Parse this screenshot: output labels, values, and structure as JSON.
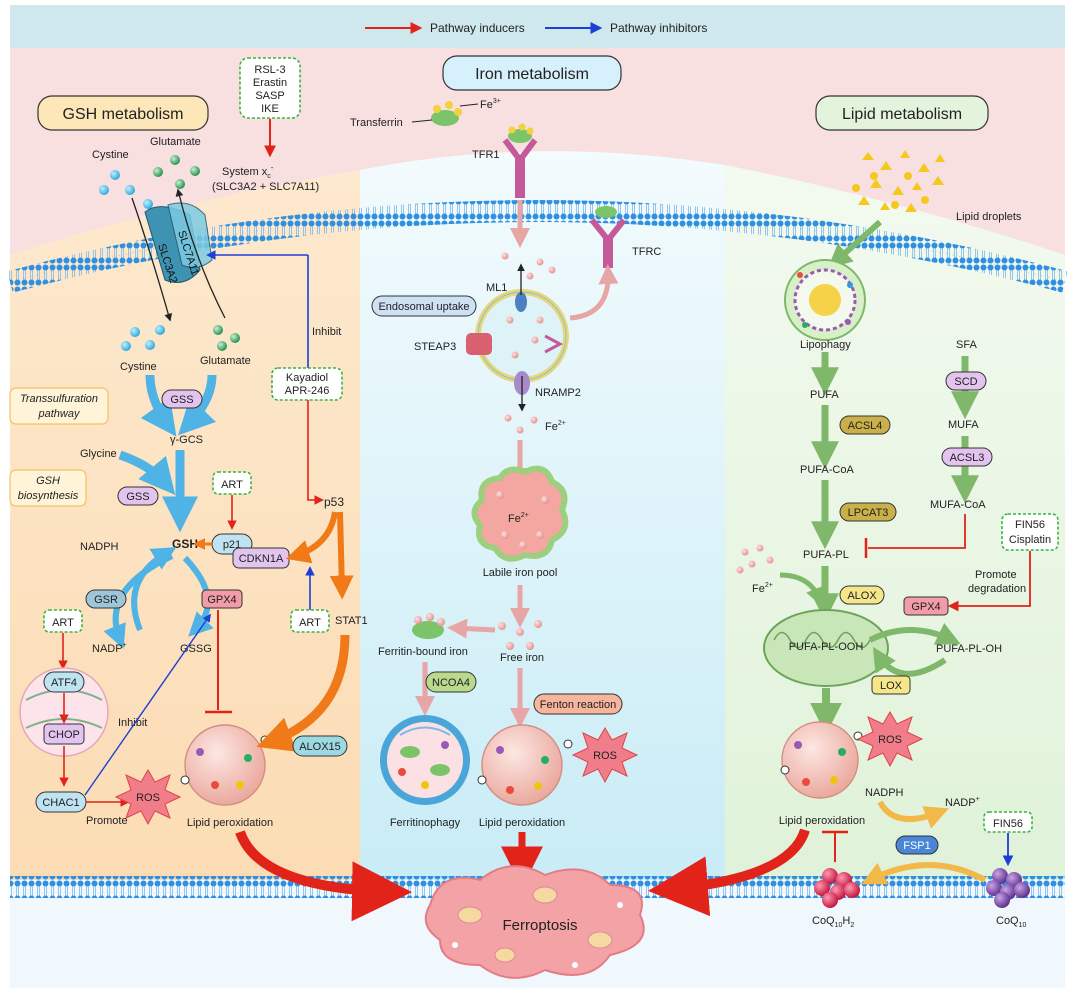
{
  "legend": {
    "inducers": "Pathway inducers",
    "inhibitors": "Pathway inhibitors"
  },
  "titles": {
    "gsh": "GSH  metabolism",
    "iron": "Iron  metabolism",
    "lipid": "Lipid  metabolism"
  },
  "gsh": {
    "inducers_box": [
      "RSL-3",
      "Erastin",
      "SASP",
      "IKE"
    ],
    "system_xc": "System x",
    "system_xc_sub": "c",
    "system_xc_sup": "-",
    "slc_pair": "(SLC3A2 + SLC7A11)",
    "cystine_out": "Cystine",
    "glutamate_out": "Glutamate",
    "slc7a11": "SLC7A11",
    "slc3a2": "SLC3A2",
    "inhibit_label": "Inhibit",
    "kayadiol": [
      "Kayadiol",
      "APR-246"
    ],
    "cystine_in": "Cystine",
    "glutamate_in": "Glutamate",
    "transsulfuration": [
      "Transsulfuration",
      "pathway"
    ],
    "gsh_biosynthesis": [
      "GSH",
      "biosynthesis"
    ],
    "gss1": "GSS",
    "ggcs": "γ-GCS",
    "glycine": "Glycine",
    "gss2": "GSS",
    "art_top": "ART",
    "p53": "p53",
    "gsh": "GSH",
    "p21": "p21",
    "cdkn1a": "CDKN1A",
    "nadph": "NADPH",
    "gsr": "GSR",
    "gpx4": "GPX4",
    "art_mid": "ART",
    "stat1": "STAT1",
    "art_left": "ART",
    "nadp": "NADP",
    "nadp_sup": "+",
    "gssg": "GSSG",
    "atf4": "ATF4",
    "chop": "CHOP",
    "inhibit2": "Inhibit",
    "alox15": "ALOX15",
    "chac1": "CHAC1",
    "ros": "ROS",
    "promote": "Promote",
    "lipid_perox": "Lipid peroxidation"
  },
  "iron": {
    "transferrin": "Transferrin",
    "fe3": "Fe",
    "fe3_sup": "3+",
    "tfr1": "TFR1",
    "tfrc": "TFRC",
    "ml1": "ML1",
    "endosomal": "Endosomal uptake",
    "steap3": "STEAP3",
    "nramp2": "NRAMP2",
    "fe2": "Fe",
    "fe2_sup": "2+",
    "labile_fe": "Fe",
    "labile_fe_sup": "2+",
    "labile_pool": "Labile iron pool",
    "ferritin_bound": "Ferritin-bound iron",
    "free_iron": "Free iron",
    "ncoa4": "NCOA4",
    "fenton": "Fenton reaction",
    "ros": "ROS",
    "ferritinophagy": "Ferritinophagy",
    "lipid_perox": "Lipid peroxidation"
  },
  "lipid": {
    "lipid_droplets": "Lipid droplets",
    "lipophagy": "Lipophagy",
    "sfa": "SFA",
    "pufa": "PUFA",
    "scd": "SCD",
    "acsl4": "ACSL4",
    "mufa": "MUFA",
    "pufa_coa": "PUFA-CoA",
    "acsl3": "ACSL3",
    "lpcat3": "LPCAT3",
    "mufa_coa": "MUFA-CoA",
    "fin56_cis": [
      "FIN56",
      "Cisplatin"
    ],
    "pufa_pl": "PUFA-PL",
    "fe2": "Fe",
    "fe2_sup": "2+",
    "promote_deg": [
      "Promote",
      "degradation"
    ],
    "alox": "ALOX",
    "gpx4": "GPX4",
    "pufa_pl_ooh": "PUFA-PL-OOH",
    "pufa_pl_oh": "PUFA-PL-OH",
    "lox": "LOX",
    "ros": "ROS",
    "nadph": "NADPH",
    "nadp": "NADP",
    "nadp_sup": "+",
    "lipid_perox": "Lipid peroxidation",
    "fin56": "FIN56",
    "fsp1": "FSP1",
    "coqh2": "CoQ",
    "coqh2_sub": "10",
    "coqh2_h": "H",
    "coqh2_sub2": "2",
    "coq10": "CoQ",
    "coq10_sub": "10"
  },
  "ferroptosis": "Ferroptosis",
  "colors": {
    "inducer": "#e2231a",
    "inhibitor": "#1c3fd6",
    "dashed_box": "#3cb43c",
    "top_band": "#cfe8ee",
    "pink_band": "#f8dfe0"
  }
}
